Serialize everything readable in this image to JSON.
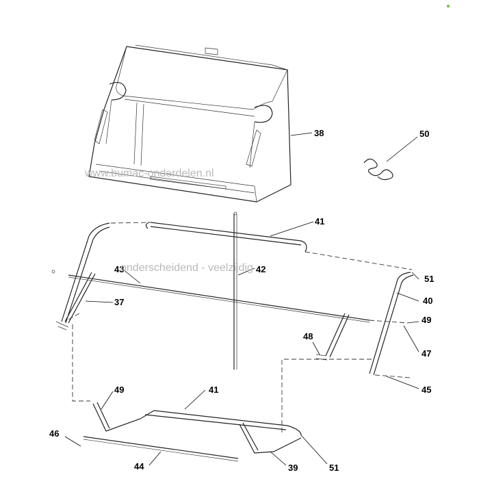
{
  "callouts": {
    "c38": "38",
    "c50": "50",
    "c41_top": "41",
    "c43": "43",
    "c42": "42",
    "c51_right": "51",
    "c37": "37",
    "c40": "40",
    "c49_right": "49",
    "c48": "48",
    "c47": "47",
    "c49_left": "49",
    "c41_bottom": "41",
    "c45": "45",
    "c46": "46",
    "c44": "44",
    "c39": "39",
    "c51_bottom": "51"
  },
  "watermarks": {
    "site": "www.bumac-onderdelen.nl",
    "slogan": "onderscheidend - veelzijdig"
  },
  "colors": {
    "line": "#222222",
    "watermark": "#b9b9b9",
    "corner_dot": "#6bbf3a"
  }
}
